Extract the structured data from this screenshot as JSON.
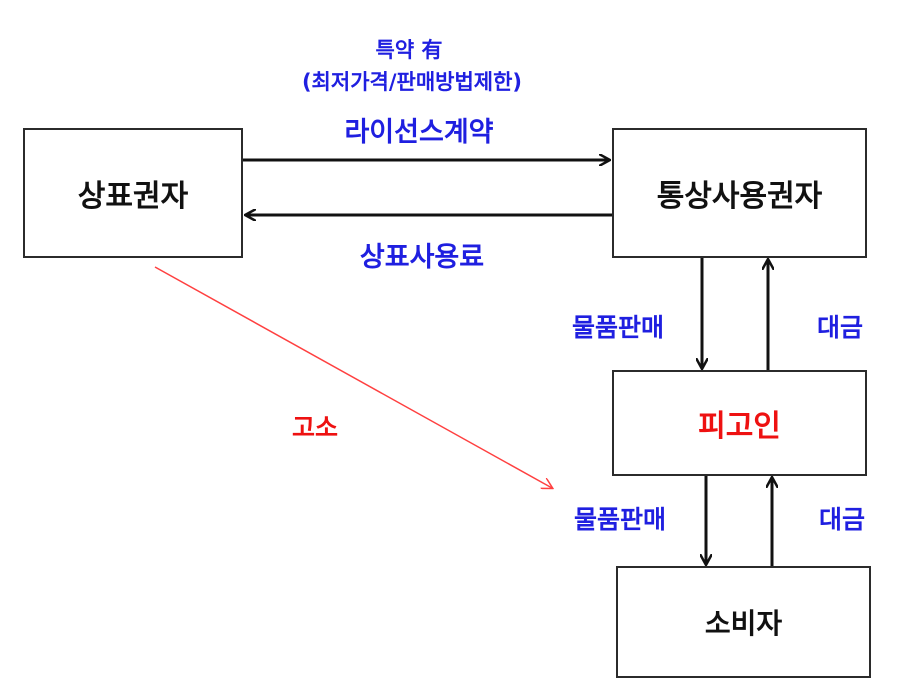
{
  "nodes": {
    "trademark_owner": "상표권자",
    "licensee": "통상사용권자",
    "defendant": "피고인",
    "consumer": "소비자"
  },
  "labels": {
    "special_terms": "특약 有",
    "restrictions": "(최저가격/판매방법제한)",
    "license_contract": "라이선스계약",
    "royalty": "상표사용료",
    "goods_sale_1": "물품판매",
    "payment_1": "대금",
    "goods_sale_2": "물품판매",
    "payment_2": "대금",
    "complaint": "고소"
  },
  "colors": {
    "blue_text": "#1f1fe0",
    "red_text": "#ee1111",
    "arrow_black": "#111111",
    "arrow_red": "#ff4040"
  }
}
